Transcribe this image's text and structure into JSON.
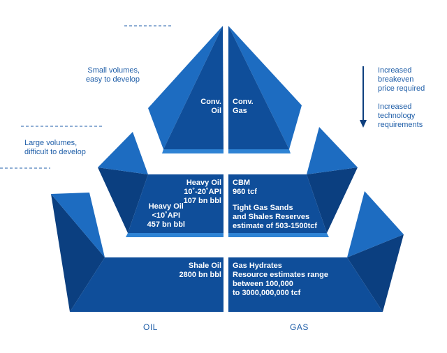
{
  "colors": {
    "face": "#0f4e9a",
    "side_light": "#1d6cc1",
    "side_dark": "#0b3f80",
    "top_light": "#2e83d4",
    "accent_text": "#1f5ea8",
    "arrow": "#0d3f7e"
  },
  "left_notes": {
    "small": "Small volumes,\neasy to develop",
    "large": "Large volumes,\ndifficult to develop"
  },
  "right_notes": {
    "breakeven": "Increased\nbreakeven\nprice required",
    "technology": "Increased\ntechnology\nrequirements"
  },
  "tiers": {
    "top": {
      "oil": "Conv.\nOil",
      "gas": "Conv.\nGas"
    },
    "middle": {
      "oil_heavy": "Heavy Oil\n10˚-20˚API\n107 bn bbl",
      "oil_extra_heavy": "Heavy Oil\n<10˚API\n457 bn bbl",
      "gas_cbm": "CBM\n960 tcf",
      "gas_tight": "Tight Gas Sands\nand Shales Reserves\nestimate of 503-1500tcf"
    },
    "bottom": {
      "oil": "Shale Oil\n2800 bn bbl",
      "gas": "Gas Hydrates\nResource estimates range\nbetween  100,000\nto 3000,000,000 tcf"
    }
  },
  "axis": {
    "left": "OIL",
    "right": "GAS"
  }
}
